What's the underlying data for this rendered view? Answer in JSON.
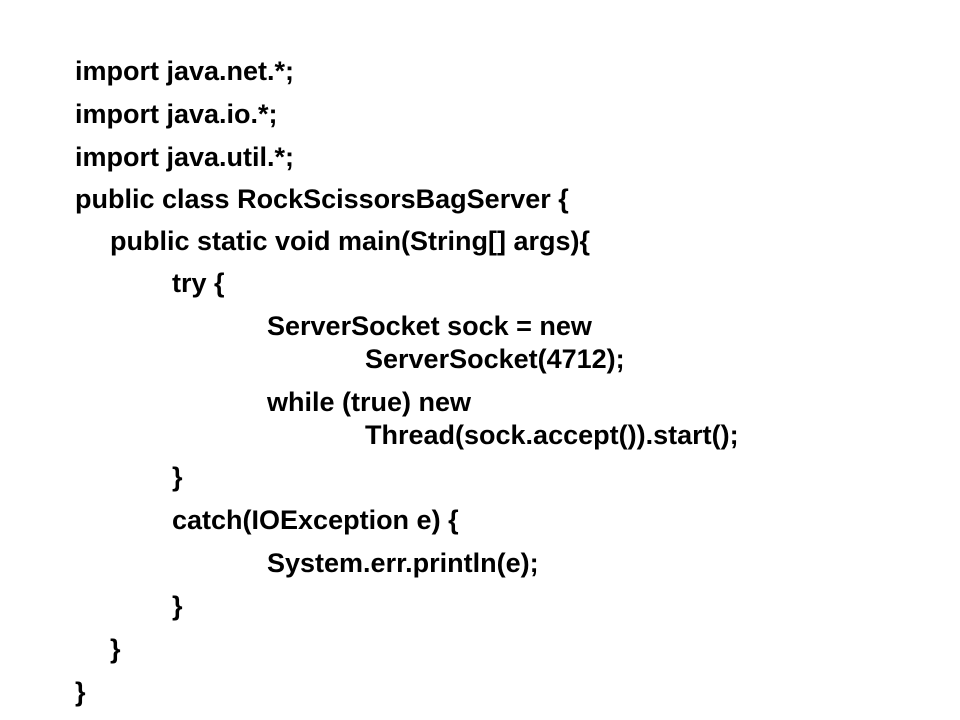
{
  "slide": {
    "lines": [
      {
        "text": "import java.net.*;"
      },
      {
        "text": "import java.io.*;"
      },
      {
        "text": "import java.util.*;"
      },
      {
        "text": "public class RockScissorsBagServer {"
      },
      {
        "text": "public static void main(String[] args){"
      },
      {
        "text": "try {"
      },
      {
        "text": "ServerSocket sock = new",
        "continuation": "ServerSocket(4712);"
      },
      {
        "text": "while (true) new",
        "continuation": "Thread(sock.accept()).start();"
      },
      {
        "text": "}"
      },
      {
        "text": "catch(IOException e) {"
      },
      {
        "text": "System.err.println(e);"
      },
      {
        "text": "}"
      },
      {
        "text": "}"
      },
      {
        "text": "}"
      }
    ]
  }
}
